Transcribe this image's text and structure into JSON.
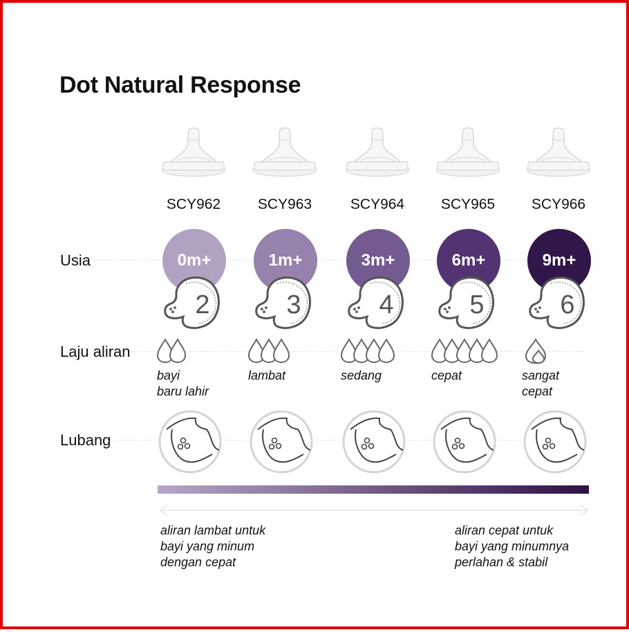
{
  "title": "Dot Natural Response",
  "row_labels": {
    "age": "Usia",
    "flow": "Laju aliran",
    "hole": "Lubang"
  },
  "products": [
    {
      "code": "SCY962",
      "age": "0m+",
      "flow_number": "2",
      "drops": 2,
      "flow_label": "bayi\nbaru lahir",
      "age_color": "#b1a2c2"
    },
    {
      "code": "SCY963",
      "age": "1m+",
      "flow_number": "3",
      "drops": 3,
      "flow_label": "lambat",
      "age_color": "#9782ad"
    },
    {
      "code": "SCY964",
      "age": "3m+",
      "flow_number": "4",
      "drops": 4,
      "flow_label": "sedang",
      "age_color": "#735a91"
    },
    {
      "code": "SCY965",
      "age": "6m+",
      "flow_number": "5",
      "drops": 5,
      "flow_label": "cepat",
      "age_color": "#533472"
    },
    {
      "code": "SCY966",
      "age": "9m+",
      "flow_number": "6",
      "drops": 1,
      "flow_label": "sangat\ncepat",
      "age_color": "#311649"
    }
  ],
  "notes": {
    "left": "aliran lambat untuk\nbayi yang minum\ndengan cepat",
    "right": "aliran cepat untuk\nbayi yang minumnya\nperlahan & stabil"
  },
  "colors": {
    "frame": "#e00000",
    "gradient_start": "#b7a7c8",
    "gradient_end": "#2d1245"
  }
}
